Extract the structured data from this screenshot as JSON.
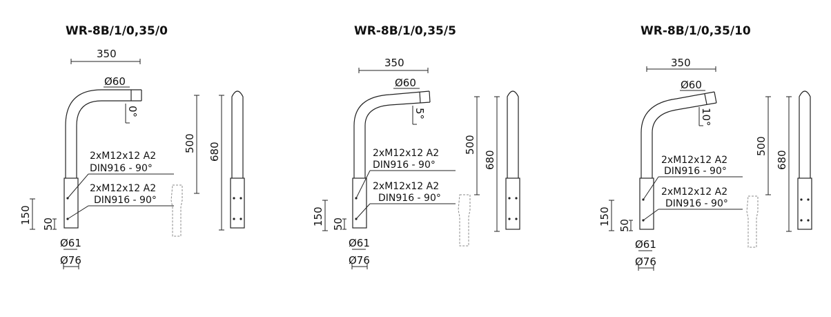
{
  "variants": [
    {
      "title": "WR-8B/1/0,35/0",
      "angle": "0°",
      "reach": "350",
      "arm_diameter": "Ø60",
      "height": "500",
      "total_height": "680",
      "bolt_upper": [
        "2xM12x12 A2",
        "DIN916 - 90°"
      ],
      "bolt_lower": [
        "2xM12x12 A2",
        "DIN916 - 90°"
      ],
      "sleeve_height": "150",
      "bolt_offset": "50",
      "inner_diameter": "Ø61",
      "outer_diameter": "Ø76"
    },
    {
      "title": "WR-8B/1/0,35/5",
      "angle": "5°",
      "reach": "350",
      "arm_diameter": "Ø60",
      "height": "500",
      "total_height": "680",
      "bolt_upper": [
        "2xM12x12 A2",
        "DIN916 - 90°"
      ],
      "bolt_lower": [
        "2xM12x12 A2",
        "DIN916 - 90°"
      ],
      "sleeve_height": "150",
      "bolt_offset": "50",
      "inner_diameter": "Ø61",
      "outer_diameter": "Ø76"
    },
    {
      "title": "WR-8B/1/0,35/10",
      "angle": "10°",
      "reach": "350",
      "arm_diameter": "Ø60",
      "height": "500",
      "total_height": "680",
      "bolt_upper": [
        "2xM12x12 A2",
        "DIN916 - 90°"
      ],
      "bolt_lower": [
        "2xM12x12 A2",
        "DIN916 - 90°"
      ],
      "sleeve_height": "150",
      "bolt_offset": "50",
      "inner_diameter": "Ø61",
      "outer_diameter": "Ø76"
    }
  ]
}
